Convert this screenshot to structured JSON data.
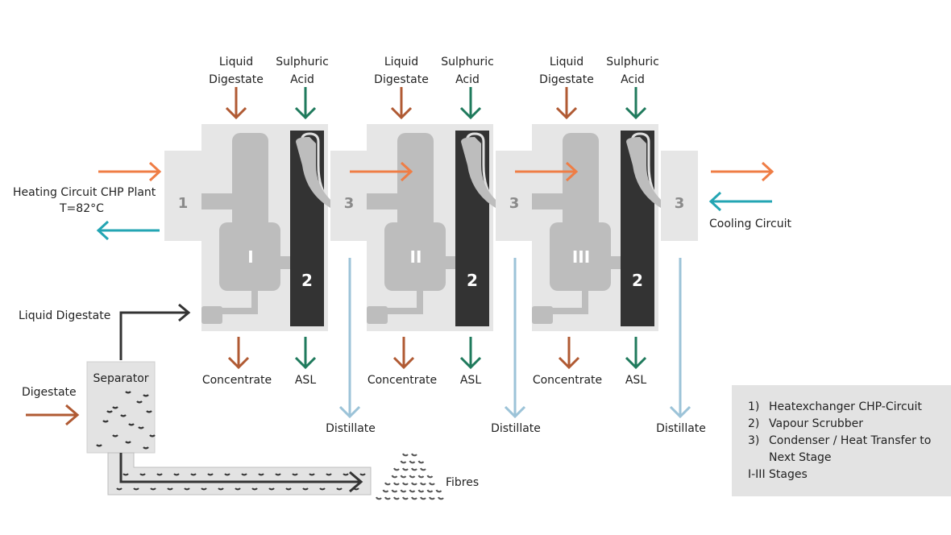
{
  "colors": {
    "orange": "#ef7d45",
    "teal": "#23a5b3",
    "brown": "#b05a33",
    "green": "#1f7a5c",
    "light_blue": "#9cc3d8",
    "dark": "#333333",
    "panel": "#e6e6e6",
    "part": "#bdbdbd"
  },
  "stages": [
    {
      "roman": "I",
      "input_liquid": "Liquid\nDigestate",
      "input_acid": "Sulphuric\nAcid",
      "out_concentrate": "Concentrate",
      "out_asl": "ASL",
      "distillate": "Distillate",
      "scrubber": "2",
      "condenser": "3"
    },
    {
      "roman": "II",
      "input_liquid": "Liquid\nDigestate",
      "input_acid": "Sulphuric\nAcid",
      "out_concentrate": "Concentrate",
      "out_asl": "ASL",
      "distillate": "Distillate",
      "scrubber": "2",
      "condenser": "3"
    },
    {
      "roman": "III",
      "input_liquid": "Liquid\nDigestate",
      "input_acid": "Sulphuric\nAcid",
      "out_concentrate": "Concentrate",
      "out_asl": "ASL",
      "distillate": "Distillate",
      "scrubber": "2",
      "condenser": "3"
    }
  ],
  "heat_exchanger_label": "1",
  "heating_circuit": {
    "line1": "Heating Circuit CHP Plant",
    "line2": "T=82°C"
  },
  "cooling_circuit": "Cooling Circuit",
  "liquid_digestate": "Liquid Digestate",
  "digestate": "Digestate",
  "separator": "Separator",
  "fibres": "Fibres",
  "legend": [
    {
      "num": "1)",
      "text": "Heatexchanger CHP-Circuit"
    },
    {
      "num": "2)",
      "text": "Vapour Scrubber"
    },
    {
      "num": "3)",
      "text": "Condenser / Heat Transfer to",
      "cont": "Next Stage"
    },
    {
      "num": "",
      "text": "I-III Stages"
    }
  ]
}
